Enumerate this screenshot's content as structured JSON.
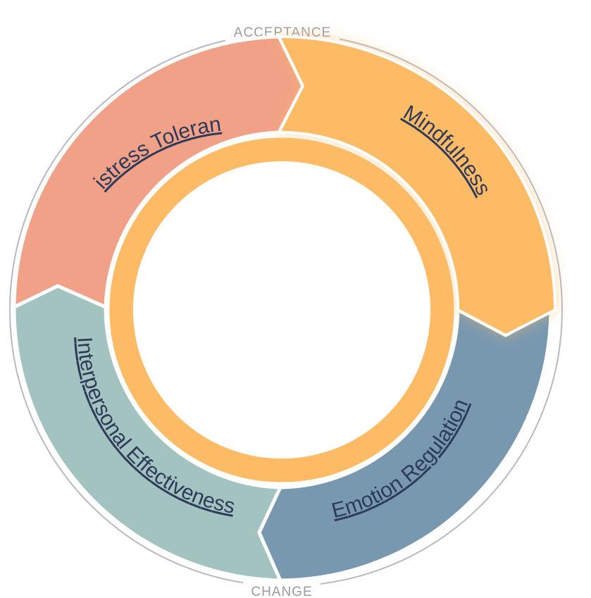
{
  "outer_labels": {
    "top": "ACCEPTANCE",
    "bottom": "CHANGE"
  },
  "segments": {
    "distress_tolerance": {
      "label": "Distress Tolerance",
      "color": "#f0a187"
    },
    "mindfulness": {
      "label": "Mindfulness",
      "color": "#fdbb66"
    },
    "emotion_regulation": {
      "label": "Emotion Regulation",
      "color": "#7898b0"
    },
    "interpersonal_effectiveness": {
      "label": "Interpersonal Effectiveness",
      "color": "#a2c3c0"
    }
  },
  "colors": {
    "outer_ring": "#b9b9c2",
    "inner_ring": "#fdbb66",
    "label_text": "#2e3a59"
  }
}
